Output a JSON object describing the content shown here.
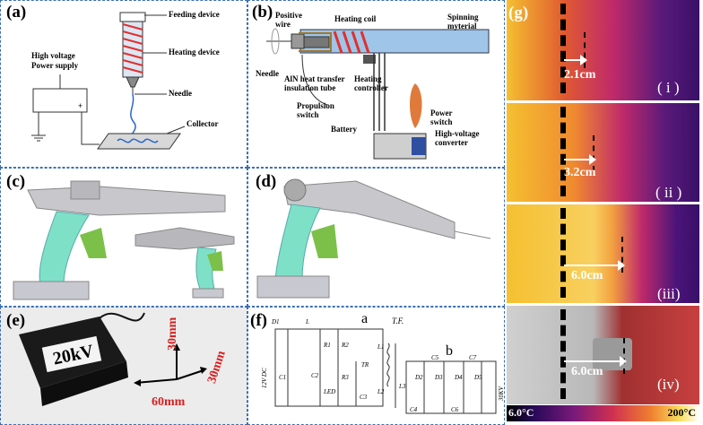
{
  "panels": {
    "a": {
      "label": "(a)",
      "feeding": "Feeding device",
      "heating": "Heating device",
      "needle": "Needle",
      "collector": "Collector",
      "hv": "High voltage Power supply",
      "plus": "+"
    },
    "b": {
      "label": "(b)",
      "positive_wire": "Positive wire",
      "heating_coil": "Heating coil",
      "spinning": "Spinning myterial",
      "needle": "Needle",
      "aln": "AlN heat transfer insulation tube",
      "heating_controller": "Heating controller",
      "power_switch": "Power switch",
      "propulsion": "Propulsion switch",
      "battery": "Battery",
      "hv_converter": "High-voltage converter"
    },
    "c": {
      "label": "(c)"
    },
    "d": {
      "label": "(d)"
    },
    "e": {
      "label": "(e)",
      "device_text": "20kV",
      "dim1": "30mm",
      "dim2": "30mm",
      "dim3": "60mm"
    },
    "f": {
      "label": "(f)",
      "a": "a",
      "b": "b",
      "tf": "T.F.",
      "d1": "D1",
      "l": "L",
      "r1": "R1",
      "r2": "R2",
      "c1": "C1",
      "c2": "C2",
      "c3": "C3",
      "c4": "C4",
      "c5": "C5",
      "c6": "C6",
      "c7": "C7",
      "r3": "R3",
      "tr": "TR",
      "led": "LED",
      "l1": "L1",
      "l2": "L2",
      "l3": "L3",
      "d2": "D2",
      "d3": "D3",
      "d4": "D4",
      "d5": "D5",
      "dc": "12V DC",
      "hv": "30KV"
    },
    "g": {
      "label": "(g)",
      "images": [
        {
          "measure": "2.1cm",
          "sub": "( i )"
        },
        {
          "measure": "3.2cm",
          "sub": "( ii )"
        },
        {
          "measure": "6.0cm",
          "sub": "(iii)"
        },
        {
          "measure": "6.0cm",
          "sub": "(iv)"
        }
      ],
      "scale_min": "6.0°C",
      "scale_max": "200°C"
    }
  },
  "colors": {
    "border": "#3b6fb6",
    "teal": "#7fe0c8",
    "green": "#7cc04a",
    "grey": "#c8c8cc",
    "coil": "#e03030",
    "annot": "#d62020"
  }
}
